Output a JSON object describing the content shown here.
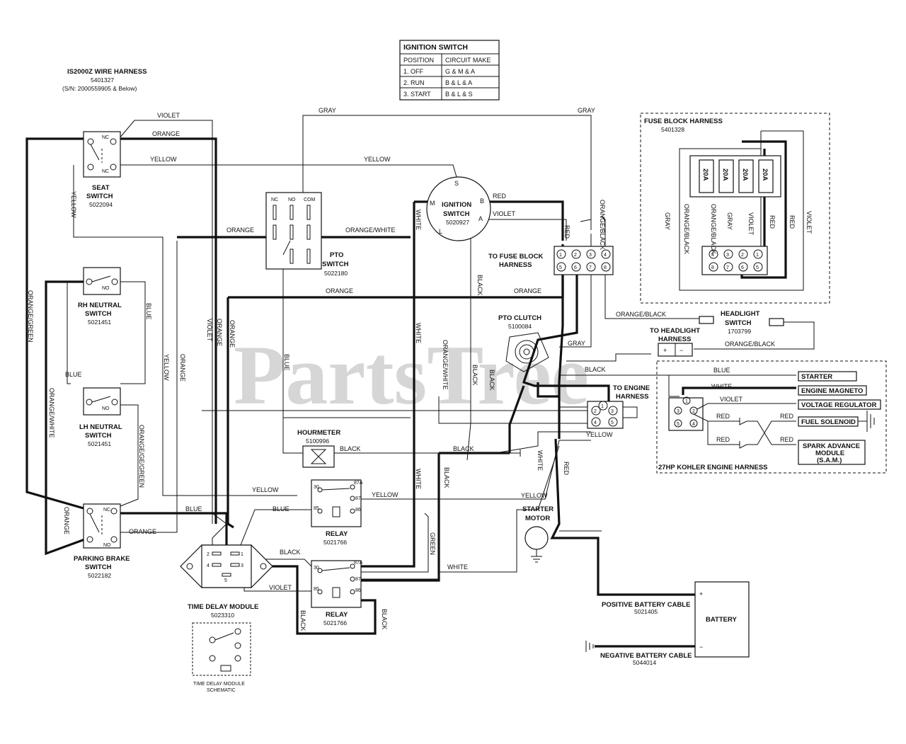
{
  "watermark": "PartsTree",
  "harness": {
    "title": "IS2000Z WIRE HARNESS",
    "part": "5401327",
    "serial": "(S/N: 2000559905 & Below)"
  },
  "ignition_table": {
    "title": "IGNITION SWITCH",
    "headers": [
      "POSITION",
      "CIRCUIT MAKE"
    ],
    "rows": [
      [
        "1. OFF",
        "G & M & A"
      ],
      [
        "2. RUN",
        "B & L & A"
      ],
      [
        "3. START",
        "B & L & S"
      ]
    ]
  },
  "components": {
    "seat": {
      "name1": "SEAT",
      "name2": "SWITCH",
      "part": "5022094",
      "nc": "NC"
    },
    "rh": {
      "name1": "RH NEUTRAL",
      "name2": "SWITCH",
      "part": "5021451",
      "no": "NO"
    },
    "lh": {
      "name1": "LH NEUTRAL",
      "name2": "SWITCH",
      "part": "5021451",
      "no": "NO"
    },
    "park": {
      "name1": "PARKING BRAKE",
      "name2": "SWITCH",
      "part": "5022182",
      "nc": "NC",
      "no": "NO"
    },
    "pto_switch": {
      "name1": "PTO",
      "name2": "SWITCH",
      "part": "5022180",
      "pins": [
        "NC",
        "NO",
        "COM"
      ]
    },
    "ignition": {
      "name1": "IGNITION",
      "name2": "SWITCH",
      "part": "5020927",
      "pins": [
        "S",
        "B",
        "A",
        "L",
        "M"
      ]
    },
    "fuse_conn": {
      "name1": "TO FUSE BLOCK",
      "name2": "HARNESS",
      "top": [
        "1",
        "2",
        "3",
        "4"
      ],
      "bottom": [
        "5",
        "6",
        "7",
        "8"
      ]
    },
    "fuse_block": {
      "title": "FUSE BLOCK HARNESS",
      "part": "5401328",
      "fuse": "20A",
      "top": [
        "4",
        "3",
        "2",
        "1"
      ],
      "bottom": [
        "8",
        "7",
        "6",
        "5"
      ]
    },
    "pto_clutch": {
      "name": "PTO CLUTCH",
      "part": "5100084"
    },
    "headlight_switch": {
      "name1": "HEADLIGHT",
      "name2": "SWITCH",
      "part": "1703799"
    },
    "to_headlight": {
      "name1": "TO HEADLIGHT",
      "name2": "HARNESS",
      "plus": "+",
      "minus": "−"
    },
    "to_engine": {
      "name1": "TO ENGINE",
      "name2": "HARNESS",
      "pins": [
        "1",
        "2",
        "3",
        "4",
        "5"
      ]
    },
    "kohler": {
      "title": "27HP KOHLER ENGINE HARNESS",
      "items": [
        "STARTER",
        "ENGINE MAGNETO",
        "VOLTAGE REGULATOR",
        "FUEL SOLENOID",
        "SPARK ADVANCE",
        "MODULE",
        "(S.A.M.)"
      ]
    },
    "hourmeter": {
      "name": "HOURMETER",
      "part": "5100996"
    },
    "relay1": {
      "name": "RELAY",
      "part": "5021766",
      "pins": [
        "30",
        "87A",
        "87",
        "85",
        "86"
      ]
    },
    "relay2": {
      "name": "RELAY",
      "part": "5021766",
      "pins": [
        "30",
        "87A",
        "87",
        "85",
        "86"
      ]
    },
    "starter": {
      "name1": "STARTER",
      "name2": "MOTOR"
    },
    "tdm": {
      "name": "TIME DELAY MODULE",
      "part": "5023310",
      "pins": [
        "2",
        "1",
        "4",
        "3",
        "5"
      ],
      "schem1": "TIME DELAY MODULE",
      "schem2": "SCHEMATIC"
    },
    "pos_cable": {
      "name": "POSITIVE BATTERY CABLE",
      "part": "5021405"
    },
    "neg_cable": {
      "name": "NEGATIVE BATTERY CABLE",
      "part": "5044014"
    },
    "battery": {
      "name": "BATTERY",
      "plus": "+",
      "minus": "−"
    }
  },
  "wire_colors": {
    "violet": "VIOLET",
    "orange": "ORANGE",
    "yellow": "YELLOW",
    "gray": "GRAY",
    "red": "RED",
    "black": "BLACK",
    "white": "WHITE",
    "blue": "BLUE",
    "green": "GREEN",
    "orange_white": "ORANGE/WHITE",
    "orange_black": "ORANGE/BLACK",
    "orange_green": "ORANGE/GREEN",
    "orange_ge_green": "ORANGE/GE/GREEN"
  }
}
